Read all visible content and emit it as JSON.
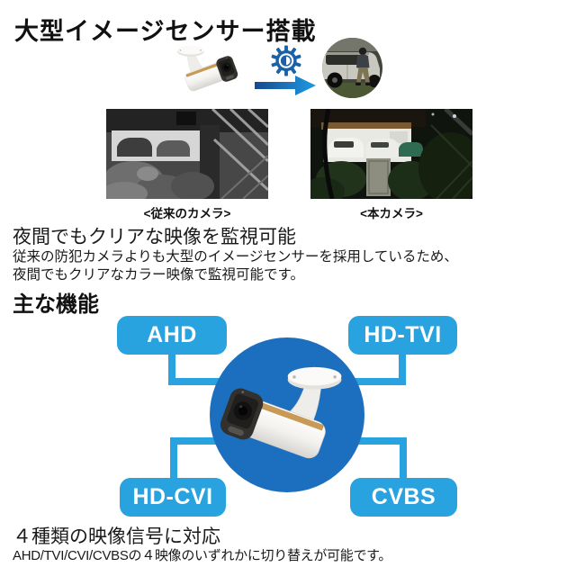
{
  "header": {
    "title": "大型イメージセンサー搭載"
  },
  "transform_row": {
    "camera_icon": "bullet-camera-icon",
    "gear_icon": "image-sensor-gear-icon",
    "arrow_icon": "conversion-arrow-icon",
    "result_photo": "night-color-capture-photo"
  },
  "comparison": {
    "left_caption": "<従来のカメラ>",
    "right_caption": "<本カメラ>"
  },
  "night": {
    "heading": "夜間でもクリアな映像を監視可能",
    "body": [
      "従来の防犯カメラよりも大型のイメージセンサーを採用しているため、",
      "夜間でもクリアなカラー映像で監視可能です。"
    ]
  },
  "features": {
    "heading": "主な機能",
    "signals": [
      "AHD",
      "HD-TVI",
      "HD-CVI",
      "CVBS"
    ]
  },
  "footer": {
    "heading": "４種類の映像信号に対応",
    "body": "AHD/TVI/CVI/CVBSの４映像のいずれかに切り替えが可能です。"
  },
  "colors": {
    "signal_box_blue": "#29a3df",
    "center_circle_blue": "#1c6fbe",
    "arrow_dark_blue": "#17498f",
    "arrow_light_blue": "#1e9ae2",
    "gear_blue": "#1b61a8",
    "text_black": "#111111"
  }
}
